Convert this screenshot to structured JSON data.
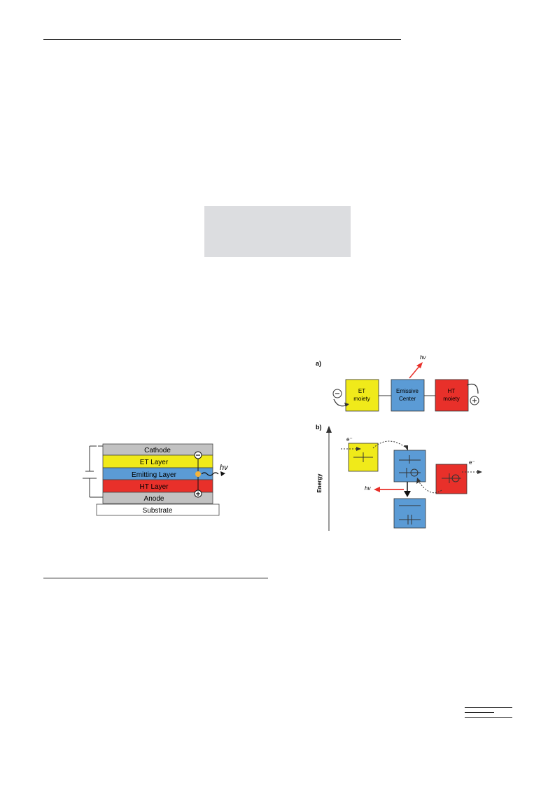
{
  "oled_stack": {
    "layers": [
      "Cathode",
      "ET Layer",
      "Emitting Layer",
      "HT Layer",
      "Anode",
      "Substrate"
    ],
    "emission_label": "hv",
    "colors": {
      "cathode": "#c2c2c2",
      "et_layer": "#f0ea1a",
      "emitting_layer": "#5b9bd5",
      "ht_layer": "#e8302a",
      "anode": "#c2c2c2",
      "substrate": "#ffffff"
    }
  },
  "scheme": {
    "panel_a": {
      "label": "a)",
      "et_box": [
        "ET",
        "moiety"
      ],
      "emissive_box": [
        "Emissive",
        "Center"
      ],
      "ht_box": [
        "HT",
        "moiety"
      ],
      "emission_label": "hv"
    },
    "panel_b": {
      "label": "b)",
      "axis_label": "Energy",
      "electron_in": "e⁻",
      "electron_out": "e⁻",
      "emission_label": "hv"
    }
  }
}
